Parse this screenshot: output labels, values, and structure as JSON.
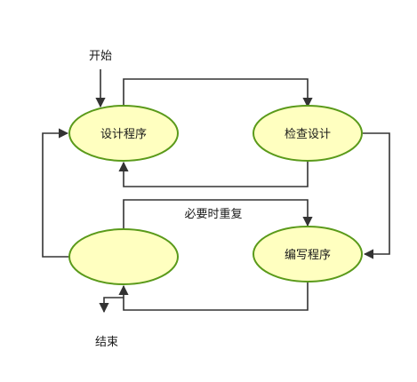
{
  "diagram": {
    "labels": {
      "start": "开始",
      "end": "结束",
      "repeat": "必要时重复"
    },
    "nodes": {
      "design": "设计程序",
      "check": "检查设计",
      "code": "编写程序",
      "blank": ""
    },
    "colors": {
      "node_fill": "#ffffc0",
      "node_stroke": "#5a9a1a",
      "line": "#333333"
    }
  }
}
